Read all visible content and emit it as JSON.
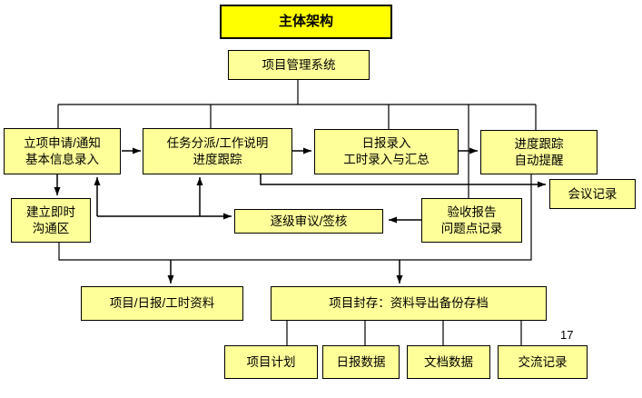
{
  "page_number": "17",
  "colors": {
    "title_fill": "#ffff00",
    "box_fill": "#ffff99",
    "line_color": "#000000",
    "text_color": "#000000",
    "bg_color": "#ffffff"
  },
  "nodes": {
    "title": {
      "label": "主体架构"
    },
    "pms": {
      "label": "项目管理系统"
    },
    "apply": {
      "line1": "立项申请/通知",
      "line2": "基本信息录入"
    },
    "assign": {
      "line1": "任务分派/工作说明",
      "line2": "进度跟踪"
    },
    "daily_entry": {
      "line1": "日报录入",
      "line2": "工时录入与汇总"
    },
    "progress": {
      "line1": "进度跟踪",
      "line2": "自动提醒"
    },
    "meeting": {
      "label": "会议记录"
    },
    "comm": {
      "line1": "建立即时",
      "line2": "沟通区"
    },
    "review": {
      "label": "逐级审议/签核"
    },
    "acceptance": {
      "line1": "验收报告",
      "line2": "问题点记录"
    },
    "project_data": {
      "label": "项目/日报/工时资料"
    },
    "archive": {
      "label": "项目封存：资料导出备份存档"
    },
    "plan": {
      "label": "项目计划"
    },
    "daily_data": {
      "label": "日报数据"
    },
    "doc_data": {
      "label": "文档数据"
    },
    "chat_log": {
      "label": "交流记录"
    }
  }
}
